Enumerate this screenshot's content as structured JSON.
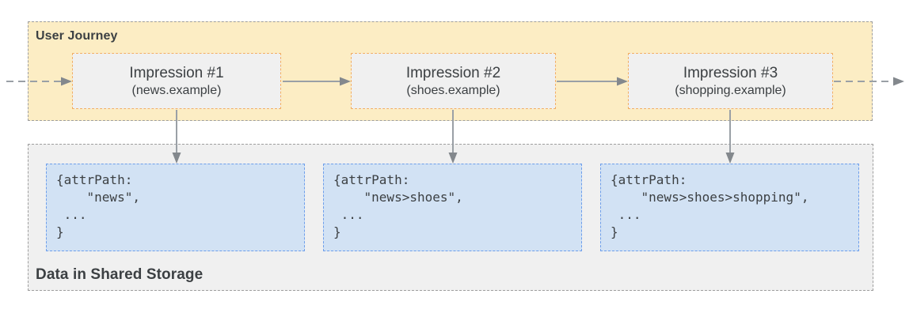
{
  "colors": {
    "page_bg": "#ffffff",
    "journey_bg": "#FCEDC4",
    "journey_border": "#9E9E9E",
    "impression_bg": "#F0F0F0",
    "impression_border": "#F3AE63",
    "storage_bg": "#F0F0F0",
    "storage_border": "#9E9E9E",
    "entry_bg": "#D2E2F4",
    "entry_border": "#6D9EEB",
    "text": "#3C4043",
    "arrow_line": "#9AA0A6",
    "arrow_head": "#83888D"
  },
  "journey": {
    "label": "User Journey",
    "impressions": [
      {
        "title": "Impression #1",
        "subtitle": "(news.example)"
      },
      {
        "title": "Impression #2",
        "subtitle": "(shoes.example)"
      },
      {
        "title": "Impression #3",
        "subtitle": "(shopping.example)"
      }
    ]
  },
  "storage": {
    "label": "Data in Shared Storage",
    "entries": [
      {
        "code": "{attrPath:\n    \"news\",\n ...\n}"
      },
      {
        "code": "{attrPath:\n    \"news>shoes\",\n ...\n}"
      },
      {
        "code": "{attrPath:\n    \"news>shoes>shopping\",\n ...\n}"
      }
    ]
  }
}
